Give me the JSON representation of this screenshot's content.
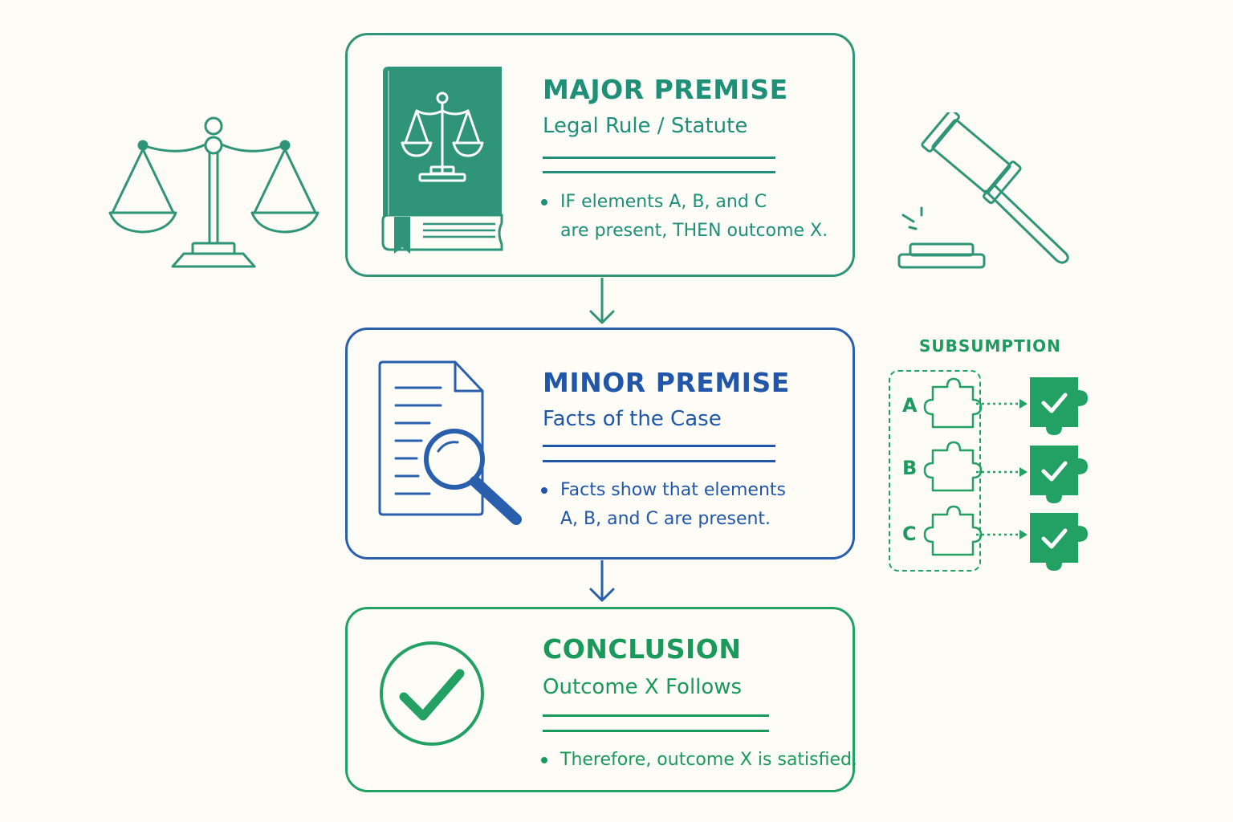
{
  "major": {
    "title": "MAJOR PREMISE",
    "subtitle": "Legal Rule / Statute",
    "bullet_line1": "IF elements A, B, and C",
    "bullet_line2": "are present, THEN outcome X."
  },
  "minor": {
    "title": "MINOR PREMISE",
    "subtitle": "Facts of the Case",
    "bullet_line1": "Facts show that elements",
    "bullet_line2": "A, B, and C are present."
  },
  "conclusion": {
    "title": "CONCLUSION",
    "subtitle": "Outcome X Follows",
    "bullet_line1": "Therefore, outcome X is satisfied."
  },
  "subsumption": {
    "label": "SUBSUMPTION",
    "rows": [
      {
        "letter": "A"
      },
      {
        "letter": "B"
      },
      {
        "letter": "C"
      }
    ]
  },
  "icons": {
    "scales": "scales-of-justice-icon",
    "gavel": "gavel-icon",
    "law_book": "law-book-icon",
    "document_search": "document-magnifier-icon",
    "check": "check-circle-icon",
    "puzzle": "puzzle-piece-icon"
  },
  "colors": {
    "teal": "#2f9478",
    "blue": "#2a5fae",
    "green": "#23a063",
    "background": "#fcfbf5"
  }
}
